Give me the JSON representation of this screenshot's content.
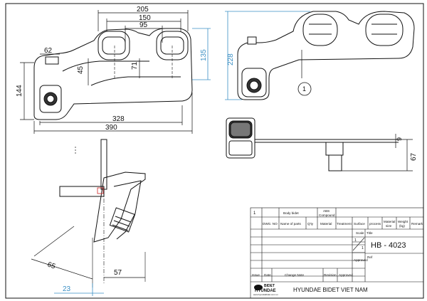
{
  "dimensions": {
    "top_left": {
      "d205": "205",
      "d150": "150",
      "d95": "95",
      "d62": "62",
      "d45": "45",
      "d71": "71",
      "d135": "135",
      "d144": "144",
      "d328": "328",
      "d390": "390"
    },
    "top_right": {
      "d228": "228",
      "callout": "1"
    },
    "side": {
      "d9": "9",
      "d67": "67"
    },
    "bottom": {
      "d65": "65",
      "d57": "57",
      "d23": "23"
    }
  },
  "title_block": {
    "part_no": "1",
    "part_name": "Body bidet",
    "material_top": "ABS",
    "material_bottom": "Compound",
    "headers": {
      "dwg_no": "DWG. NO",
      "name_of_parts": "Name of parts",
      "qty": "Q'ty",
      "material": "Material",
      "treatment": "Treatment",
      "surface": "Surface",
      "process": "process",
      "material_size_1": "Material",
      "material_size_2": "size",
      "weight_1": "Weight",
      "weight_2": "(kg)",
      "remark": "Remark"
    },
    "scale_label": "Scale",
    "scale_top": "1",
    "scale_bottom": "1",
    "title_label": "Title",
    "model": "HB - 4023",
    "approved_label": "Approved",
    "ref_label": "Ref",
    "issue": "Issue",
    "date": "Date",
    "change_note": "Change Note",
    "revision": "Revision",
    "approved": "Approved",
    "logo_line1": "BIDET",
    "logo_line2": "HYUNDAE",
    "logo_url": "www.hyundaibidet.com.vn",
    "company": "HYUNDAE BIDET VIET NAM"
  },
  "colors": {
    "line": "#111111",
    "dimension_blue": "#3a8fc4",
    "red_mark": "#d23a3a"
  }
}
